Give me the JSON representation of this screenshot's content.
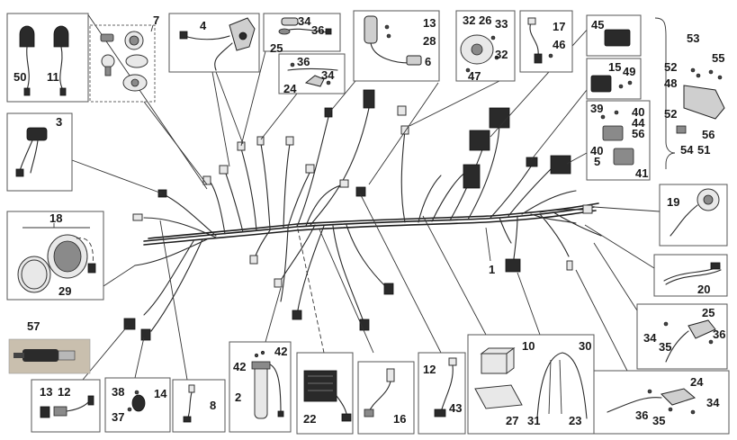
{
  "diagram": {
    "center_labels": {
      "harness": "1"
    },
    "panels": {
      "switch_left_right": [
        "50",
        "11"
      ],
      "ignition_lock_kit": [
        "7"
      ],
      "handlebar_switch": [
        "4"
      ],
      "brake_switch": [
        "34",
        "36",
        "25"
      ],
      "rear_light_small": [
        "36",
        "34",
        "24"
      ],
      "coil": [
        "13",
        "28",
        "6"
      ],
      "sensor_plate": [
        "32",
        "26",
        "33",
        "32",
        "47"
      ],
      "lambda_probe": [
        "17",
        "46"
      ],
      "ecu": [
        "45"
      ],
      "relay": [
        "15",
        "49"
      ],
      "fuse_box": [
        "39",
        "40",
        "44",
        "56",
        "40",
        "5",
        "41"
      ],
      "bracket": [
        "53",
        "52",
        "55",
        "48",
        "52",
        "56",
        "54",
        "51"
      ],
      "side_stand": [
        "3"
      ],
      "headlight": [
        "18",
        "29"
      ],
      "fuel_cap_item": [
        "57"
      ],
      "horn": [
        "19"
      ],
      "cable_20": [
        "20"
      ],
      "indicator_rear": [
        "25",
        "34",
        "35",
        "36"
      ],
      "indicator_front": [
        "24",
        "36",
        "35",
        "34"
      ],
      "kit_box": [
        "10",
        "30",
        "27",
        "31",
        "23"
      ],
      "speed_sensor": [
        "12",
        "43"
      ],
      "regulator": [
        "22"
      ],
      "cable_16": [
        "16"
      ],
      "fuel_pump": [
        "42",
        "42",
        "2"
      ],
      "neutral_switch": [
        "38",
        "14",
        "37"
      ],
      "cable_8": [
        "8"
      ],
      "pickup": [
        "13",
        "12"
      ]
    }
  }
}
